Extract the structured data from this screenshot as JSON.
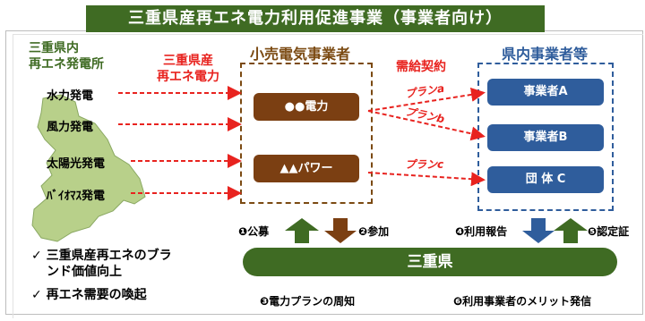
{
  "title": "三重県産再エネ電力利用促進事業（事業者向け）",
  "region_label": [
    "三重県内",
    "再エネ発電所"
  ],
  "mie_power_label": [
    "三重県産",
    "再エネ電力"
  ],
  "sources": [
    "水力発電",
    "風力発電",
    "太陽光発電",
    "ﾊﾞｲｵﾏｽ発電"
  ],
  "retail_header": "小売電気事業者",
  "retailers": [
    "●●電力",
    "▲▲パワー"
  ],
  "contract_label": "需給契約",
  "plans": [
    "プランa",
    "プランb",
    "プランc"
  ],
  "buyers_header": "県内事業者等",
  "buyers": [
    "事業者A",
    "事業者B",
    "団 体 C"
  ],
  "flow": {
    "recruit": "❶公募",
    "participate": "❷参加",
    "report": "❹利用報告",
    "certify": "❺認定証"
  },
  "prefecture": "三重県",
  "bottom": {
    "notify": "❸電力プランの周知",
    "merit": "❻利用事業者のメリット発信"
  },
  "benefits": [
    "✓ 三重県産再エネのブラ",
    "ンド価値向上",
    "✓ 再エネ需要の喚起"
  ],
  "colors": {
    "green": "#3f6b23",
    "brown": "#7b3f12",
    "blue": "#2f5d9c",
    "red": "#e8231f"
  }
}
